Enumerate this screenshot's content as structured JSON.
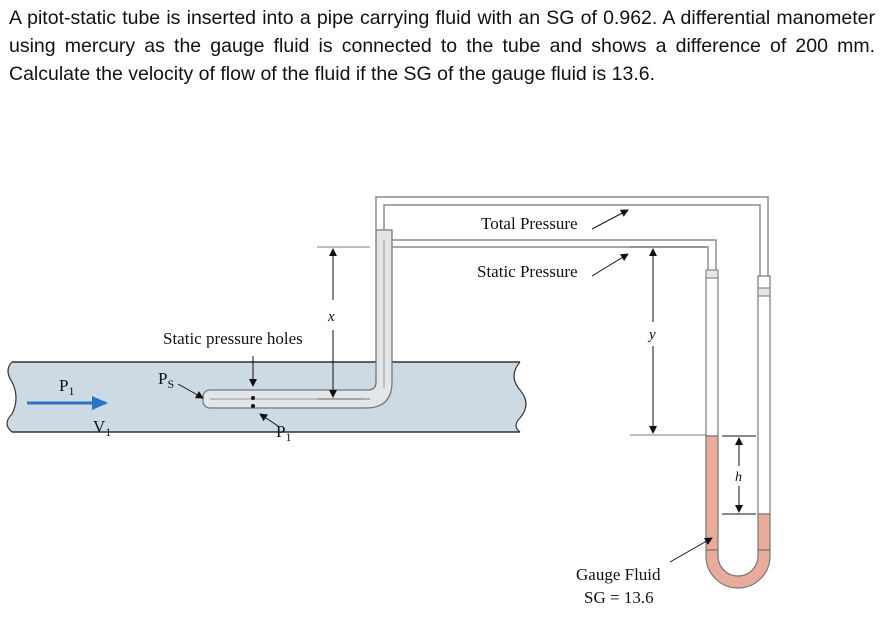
{
  "problem": {
    "text": "A pitot-static tube is inserted into a pipe carrying fluid with an SG of 0.962. A differential manometer using mercury as the gauge fluid is connected to the tube and shows a difference of 200 mm. Calculate the velocity of flow of the fluid if the SG of the gauge fluid is 13.6."
  },
  "diagram": {
    "labels": {
      "total_pressure": "Total Pressure",
      "static_pressure": "Static Pressure",
      "static_pressure_holes": "Static pressure holes",
      "ps": "P",
      "ps_sub": "S",
      "p1_left": "P",
      "p1_left_sub": "1",
      "v1": "V",
      "v1_sub": "1",
      "p1_probe": "P",
      "p1_probe_sub": "1",
      "x": "x",
      "y": "y",
      "h": "h",
      "gauge_fluid": "Gauge Fluid",
      "gauge_sg": "SG = 13.6"
    },
    "colors": {
      "pipe_fluid": "#cdd9e3",
      "gauge_fluid": "#e8ab9c",
      "flow_arrow": "#2b73c4"
    }
  }
}
